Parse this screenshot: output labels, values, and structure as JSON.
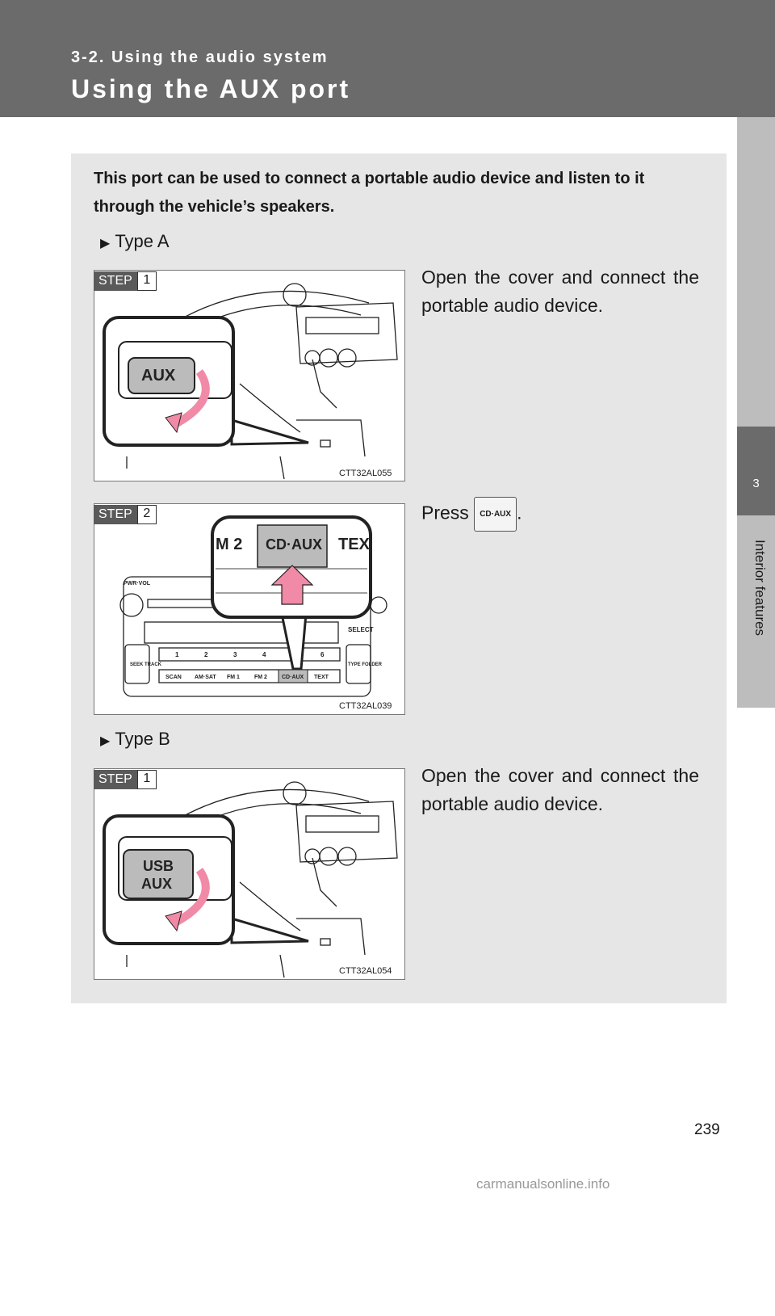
{
  "header": {
    "subtitle": "3-2. Using the audio system",
    "title": "Using the AUX port"
  },
  "side_tab": {
    "number": "3",
    "label": "Interior features"
  },
  "intro": "This port can be used to connect a portable audio device and listen to it through the vehicle’s speakers.",
  "type_a": {
    "label": "Type A",
    "step1": {
      "step_label": "STEP",
      "step_num": "1",
      "instruction": "Open the cover and connect the portable audio device.",
      "figure_code": "CTT32AL055",
      "port_label": "AUX"
    },
    "step2": {
      "step_label": "STEP",
      "step_num": "2",
      "instruction_prefix": "Press",
      "instruction_suffix": ".",
      "button_label": "CD·AUX",
      "figure_code": "CTT32AL039",
      "zoom_labels": {
        "left": "M 2",
        "center": "CD·AUX",
        "right": "TEX"
      },
      "radio": {
        "pwr": "PWR·VOL",
        "seek": "SEEK TRACK",
        "type": "TYPE FOLDER",
        "select": "SELECT",
        "presets": [
          "1",
          "2",
          "3",
          "4",
          "6"
        ],
        "bottom": [
          "SCAN",
          "AM·SAT",
          "FM 1",
          "FM 2",
          "CD·AUX",
          "TEXT"
        ]
      }
    }
  },
  "type_b": {
    "label": "Type B",
    "step1": {
      "step_label": "STEP",
      "step_num": "1",
      "instruction": "Open the cover and connect the portable audio device.",
      "figure_code": "CTT32AL054",
      "port_label_1": "USB",
      "port_label_2": "AUX"
    }
  },
  "page_number": "239",
  "watermark": "carmanualsonline.info",
  "colors": {
    "header": "#6b6b6b",
    "panel": "#e6e6e6",
    "arrow": "#f08aa6"
  }
}
